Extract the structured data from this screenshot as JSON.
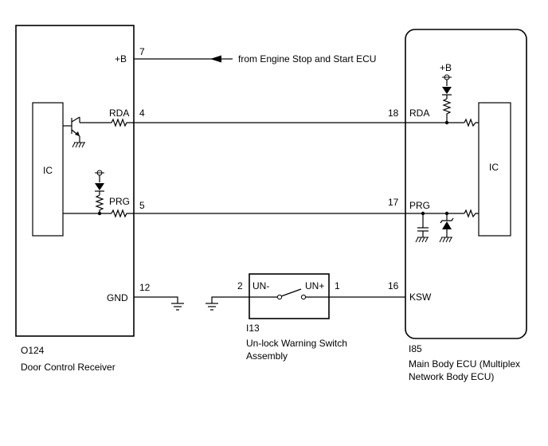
{
  "left_component": {
    "code": "O124",
    "name": "Door Control Receiver",
    "ic_label": "IC",
    "pins": [
      {
        "label": "+B",
        "number": "7"
      },
      {
        "label": "RDA",
        "number": "4"
      },
      {
        "label": "PRG",
        "number": "5"
      },
      {
        "label": "GND",
        "number": "12"
      }
    ]
  },
  "right_component": {
    "code": "I85",
    "name_line1": "Main Body ECU (Multiplex",
    "name_line2": "Network Body ECU)",
    "ic_label": "IC",
    "supply_label": "+B",
    "pins": [
      {
        "label": "RDA",
        "number": "18"
      },
      {
        "label": "PRG",
        "number": "17"
      },
      {
        "label": "KSW",
        "number": "16"
      }
    ]
  },
  "switch": {
    "code": "I13",
    "name_line1": "Un-lock Warning Switch",
    "name_line2": "Assembly",
    "pin_left_label": "UN-",
    "pin_left_number": "2",
    "pin_right_label": "UN+",
    "pin_right_number": "1"
  },
  "external_source": "from Engine Stop and Start ECU"
}
